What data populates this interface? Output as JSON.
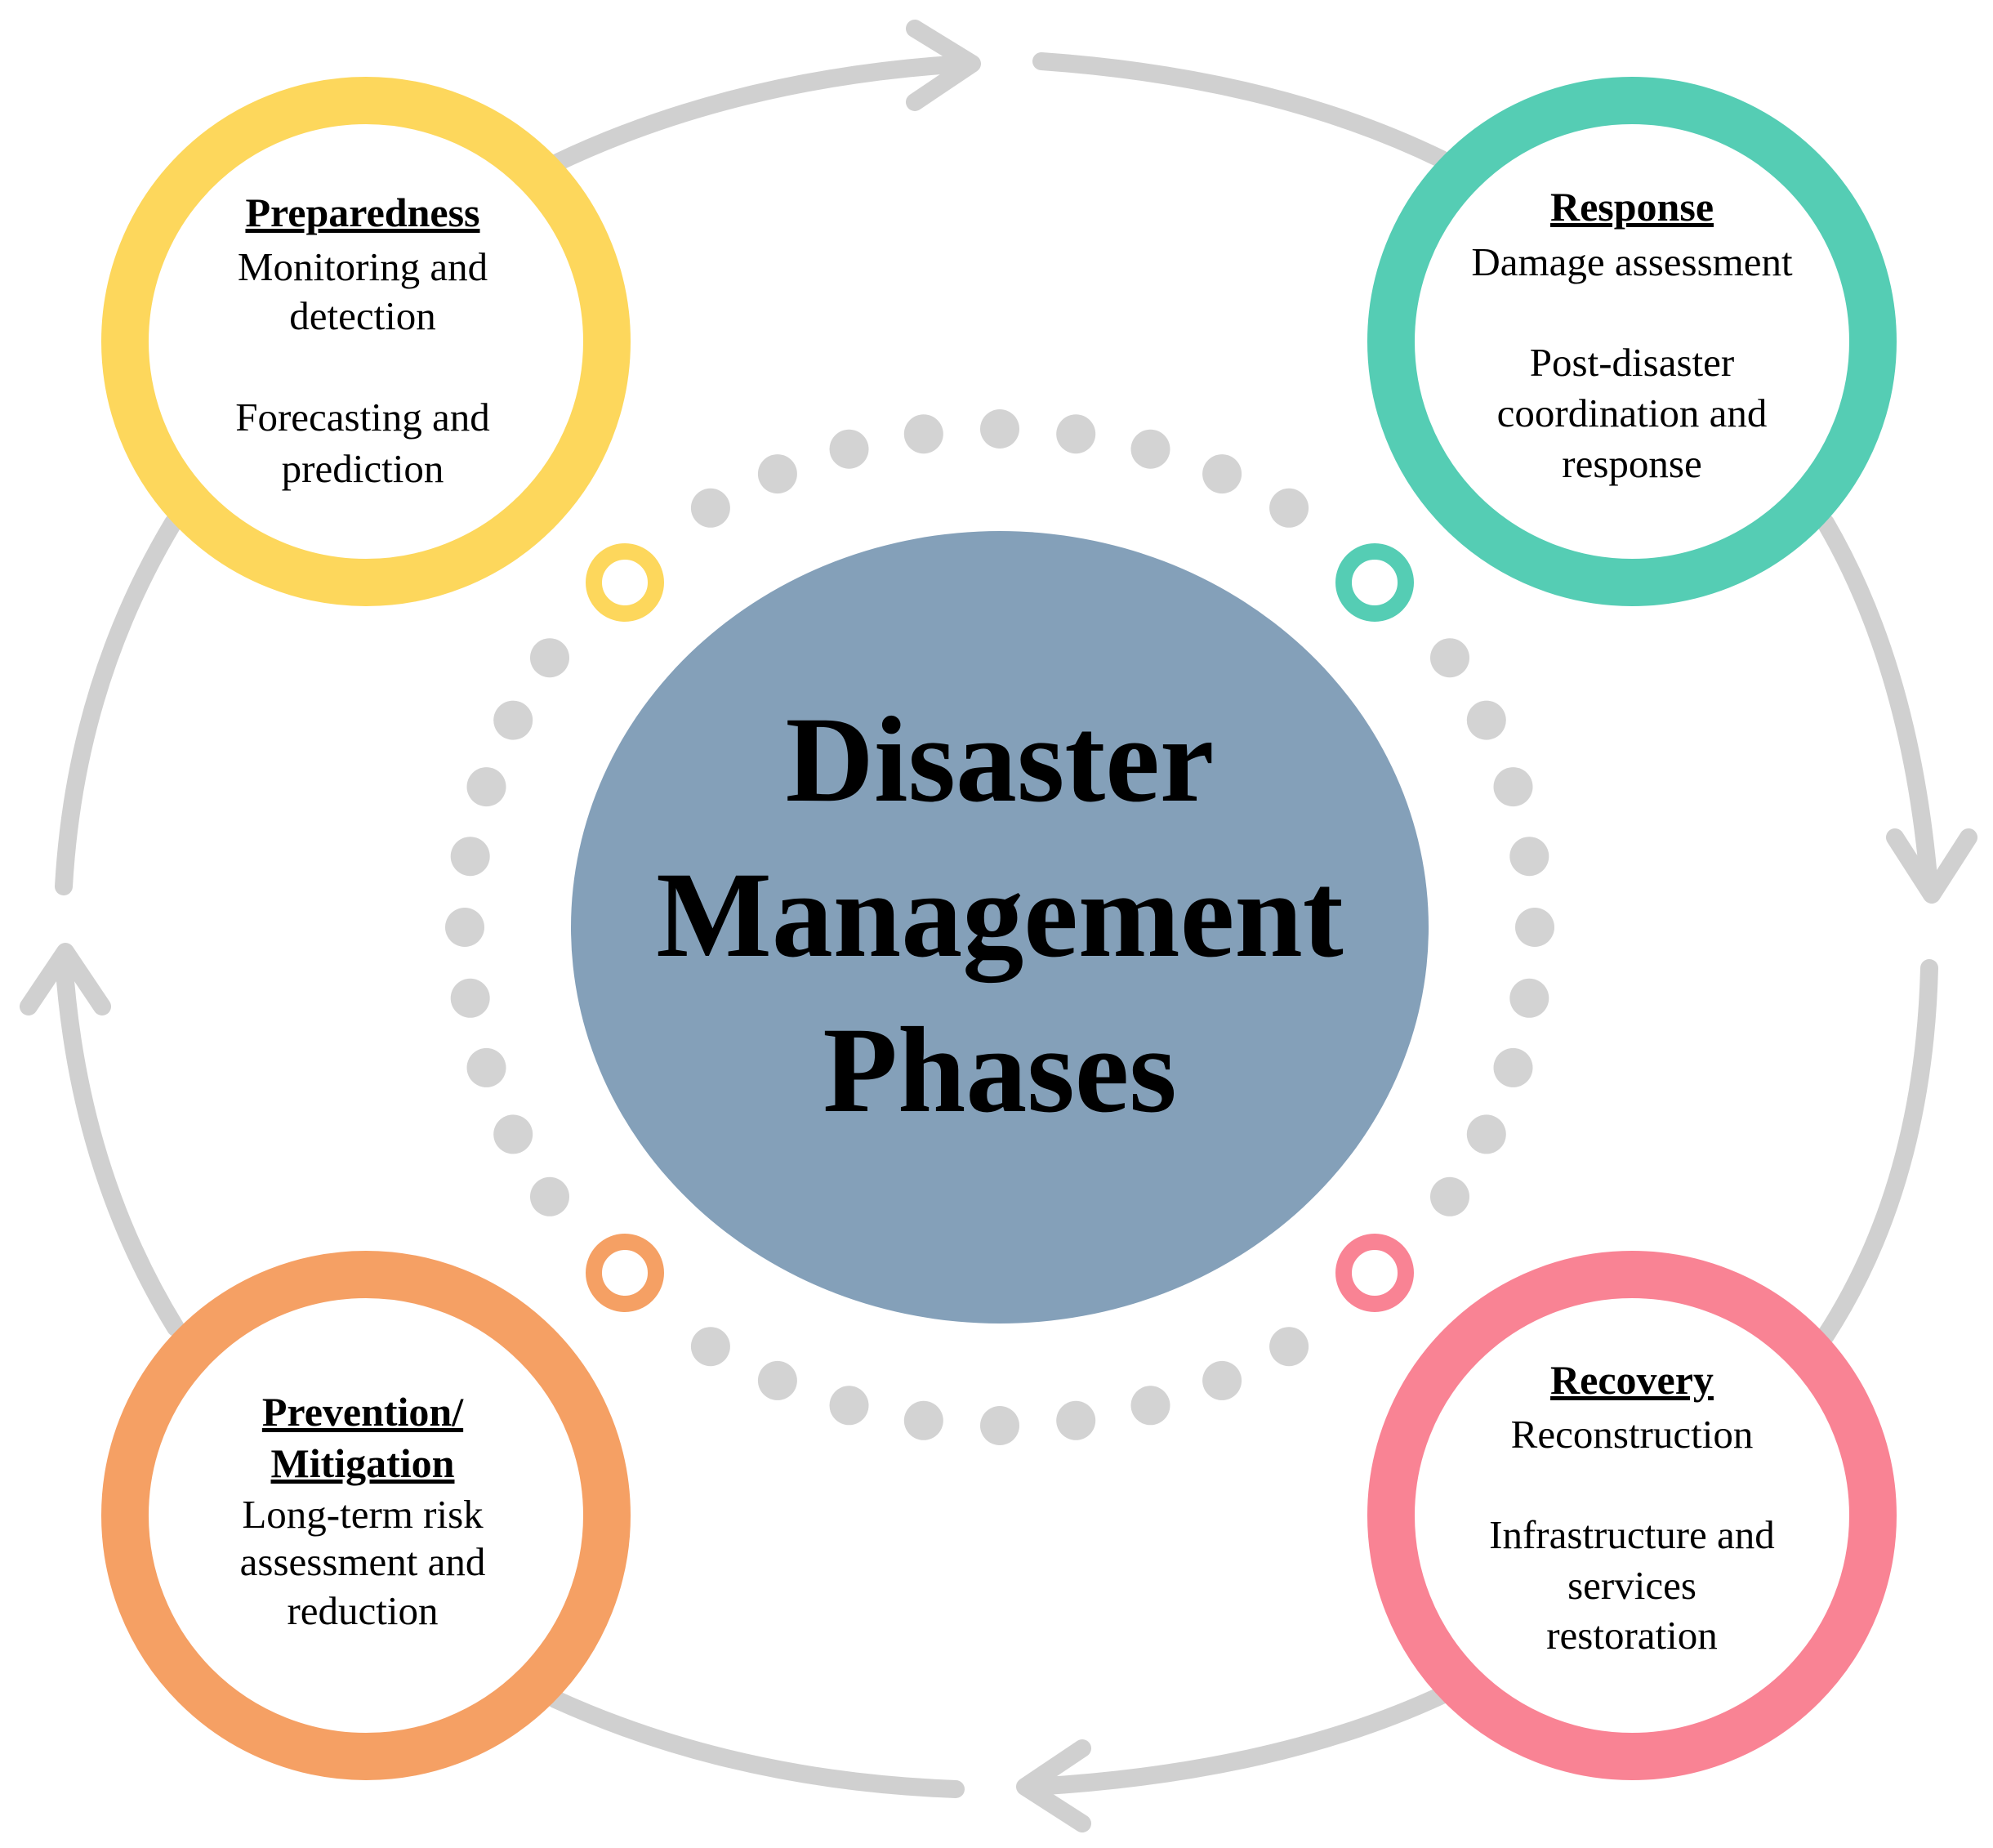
{
  "center": {
    "lines": [
      "Disaster",
      "Management",
      "Phases"
    ]
  },
  "phases": {
    "preparedness": {
      "title": "Preparedness",
      "lines": [
        "Monitoring and",
        "detection",
        "",
        "Forecasting and",
        "prediction"
      ]
    },
    "response": {
      "title": "Response",
      "lines": [
        "Damage assessment",
        "",
        "Post-disaster",
        "coordination and",
        "response"
      ]
    },
    "recovery": {
      "title": "Recovery",
      "lines": [
        "Reconstruction",
        "",
        "Infrastructure and",
        "services",
        "restoration"
      ]
    },
    "prevention": {
      "title_lines": [
        "Prevention/",
        "Mitigation"
      ],
      "lines": [
        "Long-term risk",
        "assessment and",
        "reduction"
      ]
    }
  },
  "colors": {
    "preparedness": "#FDD75C",
    "response": "#55CDB4",
    "recovery": "#F98394",
    "prevention": "#F5A064",
    "center_fill": "#84A0B9",
    "arrows": "#D0D0D0",
    "dots": "#D3D3D3"
  }
}
